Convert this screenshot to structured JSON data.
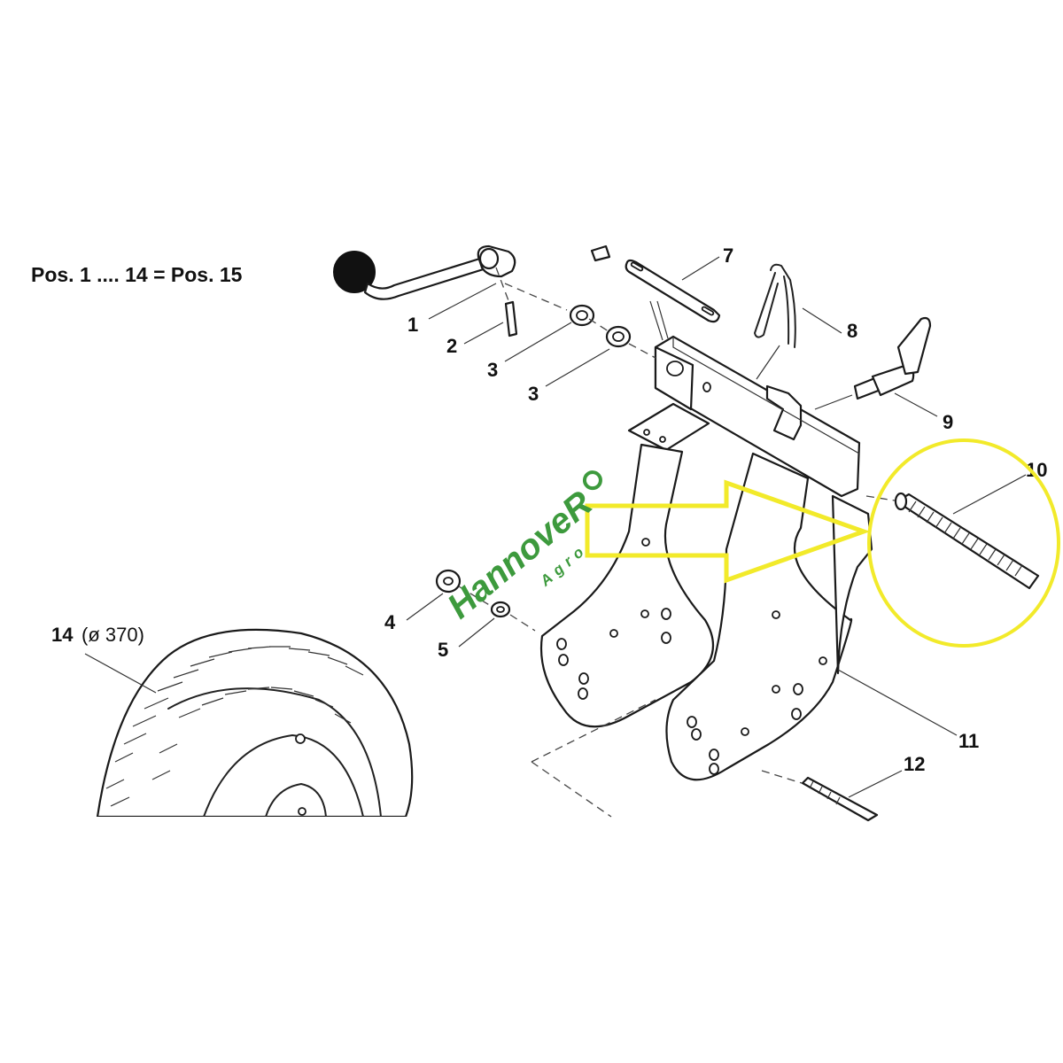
{
  "diagram": {
    "title": "Pos. 1 .... 14 = Pos. 15",
    "callouts": [
      {
        "id": "1",
        "text": "1"
      },
      {
        "id": "2",
        "text": "2"
      },
      {
        "id": "3a",
        "text": "3"
      },
      {
        "id": "3b",
        "text": "3"
      },
      {
        "id": "4",
        "text": "4"
      },
      {
        "id": "5",
        "text": "5"
      },
      {
        "id": "7",
        "text": "7"
      },
      {
        "id": "8",
        "text": "8"
      },
      {
        "id": "9",
        "text": "9"
      },
      {
        "id": "10",
        "text": "10"
      },
      {
        "id": "11",
        "text": "11"
      },
      {
        "id": "12",
        "text": "12"
      },
      {
        "id": "14",
        "text": "14",
        "note": "(ø 370)"
      }
    ],
    "watermark": {
      "main": "HannoveR",
      "sub": "Agro"
    },
    "highlight": {
      "ring_color": "#f2ea2a",
      "arrow_color": "#f2ea2a"
    }
  }
}
